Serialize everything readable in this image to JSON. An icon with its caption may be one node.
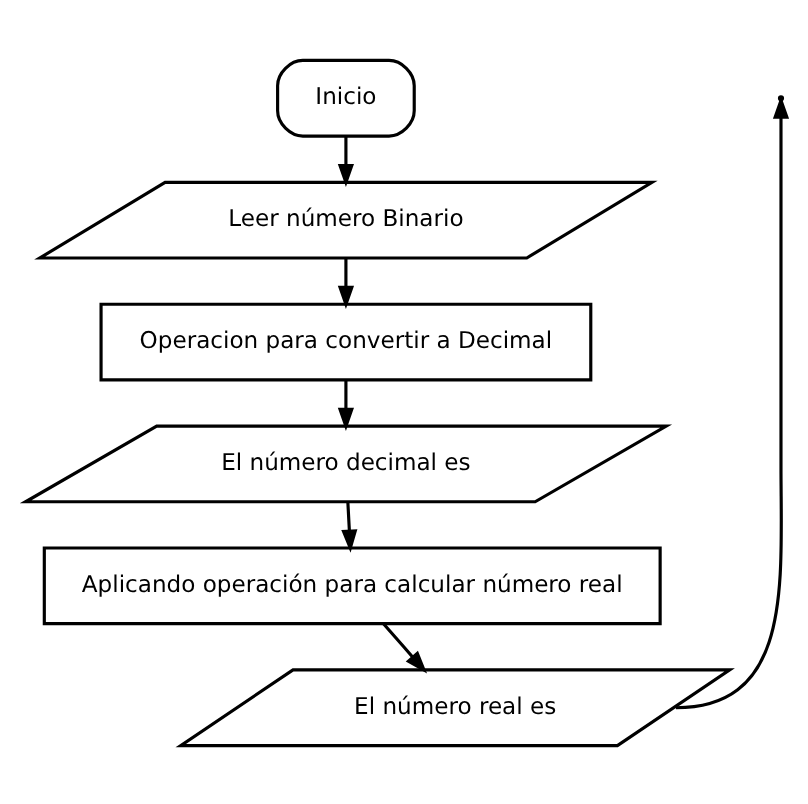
{
  "diagram": {
    "nodes": [
      {
        "text": [
          "Inicio"
        ]
      },
      {
        "text": [
          "Leer número Binario"
        ]
      },
      {
        "text": [
          "Operacion para convertir a Decimal"
        ]
      },
      {
        "text": [
          "El número decimal es"
        ]
      },
      {
        "text": [
          "Aplicando operación para calcular número real"
        ]
      },
      {
        "text": [
          "El número real es"
        ]
      }
    ],
    "edges": [
      {
        "from": 0,
        "to": 1,
        "arrow": "to"
      },
      {
        "from": 1,
        "to": 2,
        "arrow": "to"
      },
      {
        "from": 2,
        "to": 3,
        "arrow": "to"
      },
      {
        "from": 3,
        "to": 4,
        "arrow": "to"
      },
      {
        "from": 4,
        "to": 5,
        "arrow": "to"
      },
      {
        "from": 5,
        "to": null,
        "arrow": "to"
      }
    ]
  }
}
